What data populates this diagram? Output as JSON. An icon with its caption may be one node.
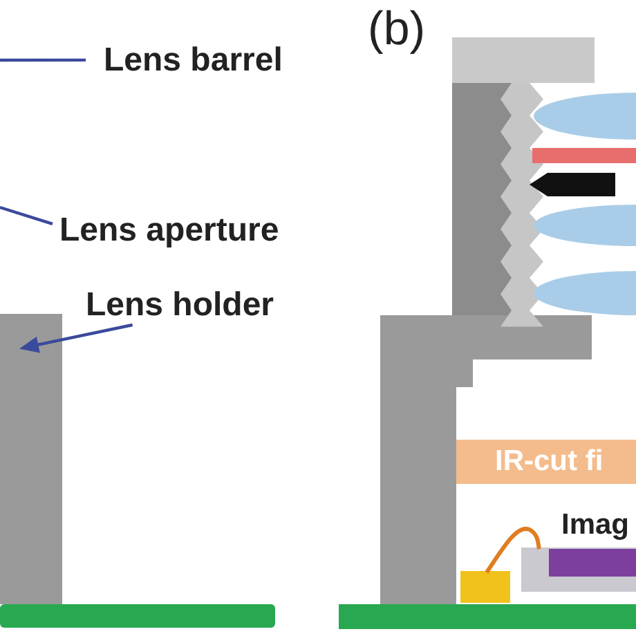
{
  "diagram": {
    "nodes": [
      {
        "text": [
          "Lens barrel"
        ]
      },
      {
        "text": [
          "Lens aperture"
        ]
      },
      {
        "text": [
          "Lens holder"
        ]
      },
      {
        "text": [],
        "shape": "box"
      },
      {
        "text": [],
        "shape": "bar"
      },
      {
        "text": [
          "IR-cut fi"
        ]
      }
    ],
    "edges": [
      {
        "from": 0,
        "to": null,
        "arrow": "none"
      },
      {
        "from": 1,
        "to": null,
        "arrow": "none"
      },
      {
        "from": 2,
        "to": 3,
        "arrow": "to"
      }
    ],
    "labels": [
      "(b)",
      "Imag"
    ]
  }
}
